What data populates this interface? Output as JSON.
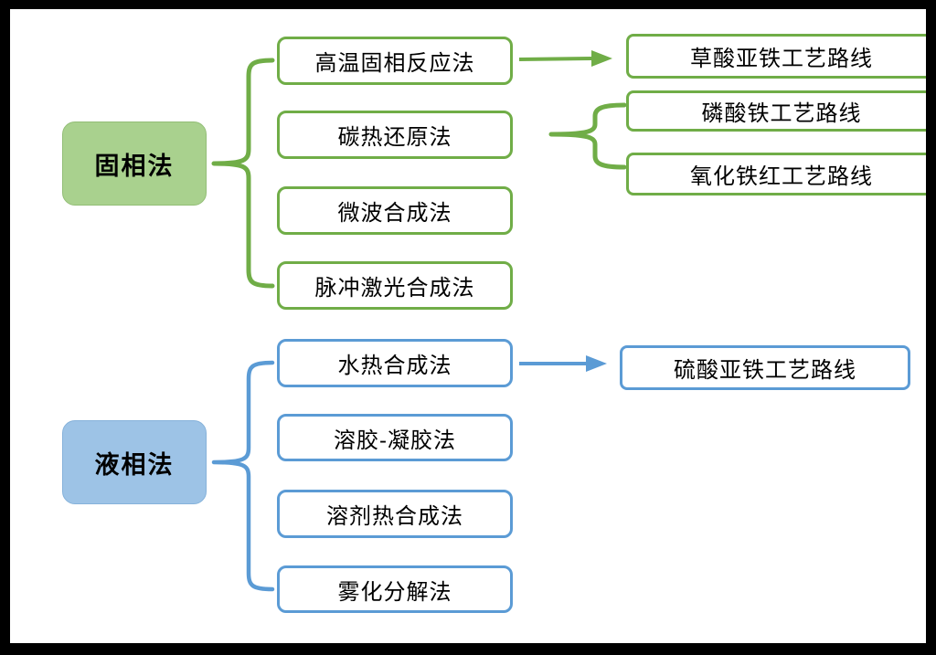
{
  "diagram": {
    "solid_group": {
      "root_label": "固相法",
      "fill_color": "#A9D18E",
      "stroke_color": "#70AD47",
      "methods": [
        "高温固相反应法",
        "碳热还原法",
        "微波合成法",
        "脉冲激光合成法"
      ],
      "routes": [
        "草酸亚铁工艺路线",
        "磷酸铁工艺路线",
        "氧化铁红工艺路线"
      ]
    },
    "liquid_group": {
      "root_label": "液相法",
      "fill_color": "#9DC3E6",
      "stroke_color": "#5B9BD5",
      "methods": [
        "水热合成法",
        "溶胶-凝胶法",
        "溶剂热合成法",
        "雾化分解法"
      ],
      "routes": [
        "硫酸亚铁工艺路线"
      ]
    },
    "frame": {
      "border_color": "#000000",
      "background_color": "#ffffff"
    }
  }
}
